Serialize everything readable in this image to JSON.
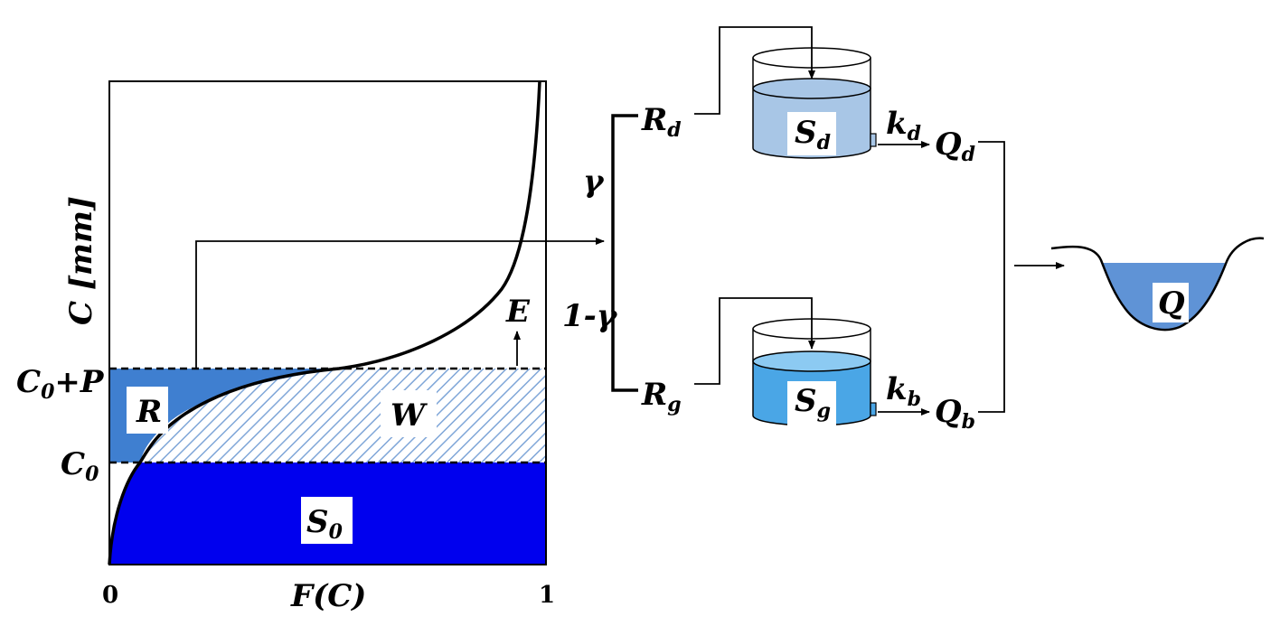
{
  "plot": {
    "y_axis_label": "C [mm]",
    "x_axis_label": "F(C)",
    "x_tick_0": "0",
    "x_tick_1": "1",
    "c0p_main": "C",
    "c0p_sub": "0",
    "c0p_tail": "+P",
    "c0_main": "C",
    "c0_sub": "0",
    "region_r": "R",
    "region_w": "W",
    "region_s0_main": "S",
    "region_s0_sub": "0",
    "evap_label": "E"
  },
  "split": {
    "gamma": "γ",
    "one_minus_gamma": "1-γ"
  },
  "direct_path": {
    "runoff_main": "R",
    "runoff_sub": "d",
    "store_main": "S",
    "store_sub": "d",
    "rate_main": "k",
    "rate_sub": "d",
    "flow_main": "Q",
    "flow_sub": "d"
  },
  "base_path": {
    "runoff_main": "R",
    "runoff_sub": "g",
    "store_main": "S",
    "store_sub": "g",
    "rate_main": "k",
    "rate_sub": "b",
    "flow_main": "Q",
    "flow_sub": "b"
  },
  "outlet": {
    "total_flow": "Q"
  },
  "colors": {
    "s0_fill": "#0000ee",
    "r_fill": "#3f7fd0",
    "w_hatch": "#7fa6d8",
    "sd_water": "#a8c6e6",
    "sg_water": "#4aa6e6",
    "channel_water": "#5f93d6"
  }
}
